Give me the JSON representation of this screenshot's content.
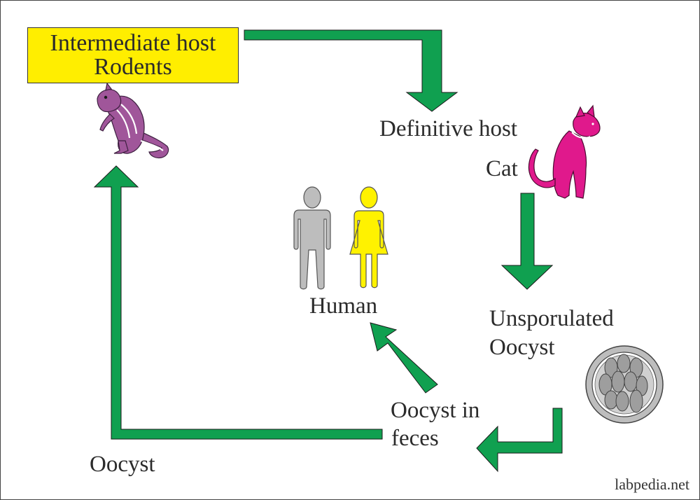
{
  "diagram": {
    "intermediate_host": {
      "title": "Intermediate host",
      "subtitle": "Rodents"
    },
    "definitive_host": {
      "title": "Definitive host",
      "animal": "Cat"
    },
    "unsporulated_oocyst": {
      "line1": "Unsporulated",
      "line2": "Oocyst"
    },
    "oocyst_in_feces": {
      "line1": "Oocyst in",
      "line2": "feces"
    },
    "human": "Human",
    "oocyst": "Oocyst",
    "watermark": "labpedia.net"
  },
  "colors": {
    "arrow": "#10a050",
    "host_box": "#ffee00",
    "rodent": "#a0569a",
    "cat": "#e0198c",
    "man": "#bdbdbd",
    "woman": "#fff200",
    "oocyst": "#9e9e9e"
  },
  "icons": [
    "rodent-icon",
    "cat-icon",
    "man-icon",
    "woman-icon",
    "oocyst-icon"
  ]
}
